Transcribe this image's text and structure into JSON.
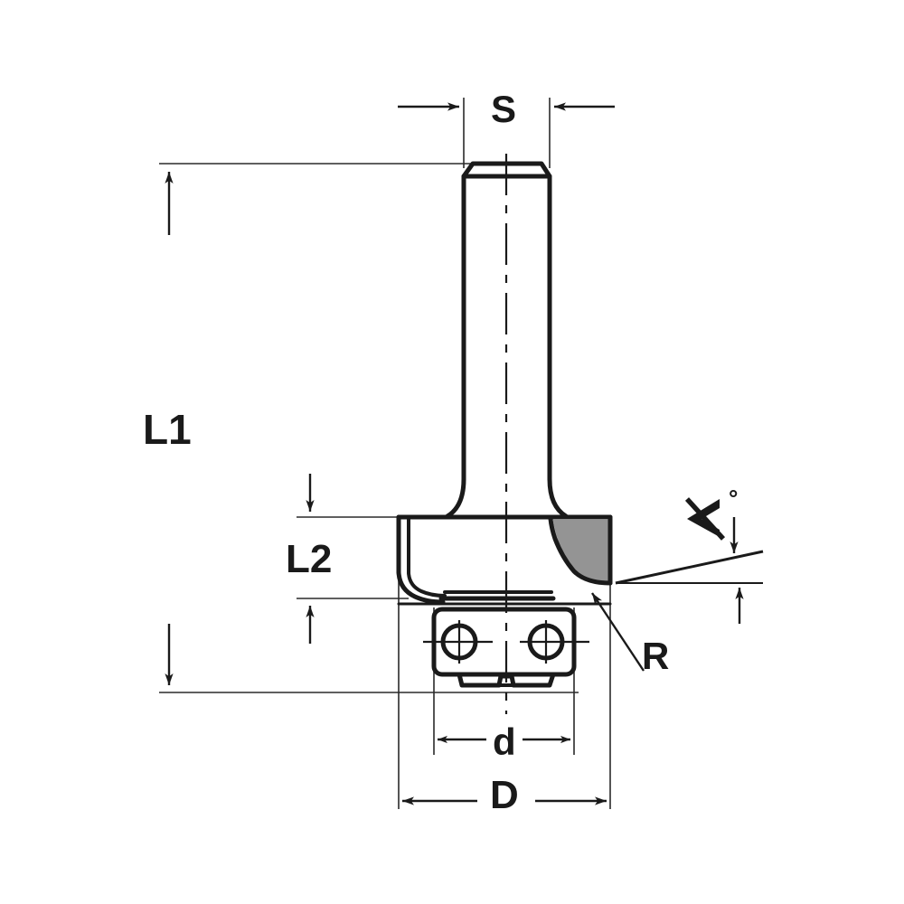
{
  "drawing": {
    "title": "Router bit dimensioned section drawing",
    "subject": "rounding-over router bit with guide bearing",
    "background_color": "#ffffff",
    "line_color": "#1a1a1a",
    "carbide_fill_color": "#949494",
    "thin_line_color": "#2a2a2a"
  },
  "dimensions": {
    "shank_diameter": {
      "label": "S",
      "name": "shank-diameter"
    },
    "overall_length": {
      "label": "L1",
      "name": "overall-length"
    },
    "cutting_length": {
      "label": "L2",
      "name": "cutting-length"
    },
    "bearing_diameter": {
      "label": "d",
      "name": "bearing-diameter"
    },
    "cutting_diameter": {
      "label": "D",
      "name": "cutting-diameter"
    },
    "radius": {
      "label": "R",
      "name": "corner-radius"
    },
    "angle": {
      "label": "°",
      "name": "angle-degrees",
      "symbol": "angle-symbol"
    }
  },
  "parts": {
    "shank": "shank",
    "cutter_body": "cutter-body",
    "carbide_cutting_edge": "carbide-cutting-edge",
    "guide_bearing": "guide-bearing",
    "bearing_bolt_left": "bearing-bolt-hole-left",
    "bearing_bolt_right": "bearing-bolt-hole-right",
    "retaining_screw": "retaining-screw",
    "centerline": "vertical-centerline"
  }
}
